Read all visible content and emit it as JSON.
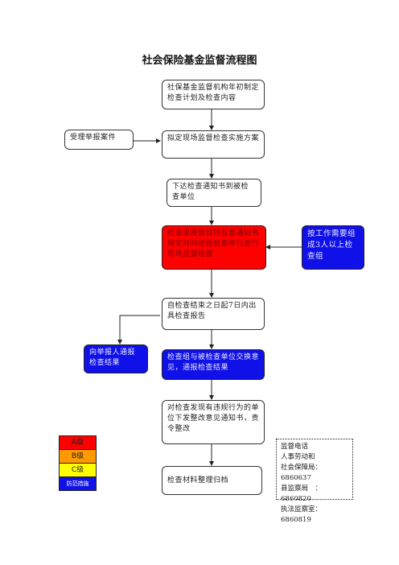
{
  "title": "社会保险基金监督流程图",
  "nodes": {
    "n1": "社保基金监督机构年初制定检查计划及检查内容",
    "report": "受理举报案件",
    "n2": "拟定现场监督检查实施方案",
    "n3": "下达检查通知书到被检查单位",
    "n4": "检查组按照现场监督通知书规定时间进驻检查单位进行现场监督检查",
    "side": "按工作需要组成3人以上检查组",
    "n5": "自检查结束之日起7日内出具检查报告",
    "notify": "向举报人通报检查结果",
    "n6": "检查组与被检查单位交换意见，通报检查结果",
    "n7": "对检查发现有违规行为的单位下发整改意见通知书，责令整改",
    "n8": "检查材料整理归档"
  },
  "legend": [
    {
      "label": "A级",
      "bg": "#ff0000",
      "color": "#222222"
    },
    {
      "label": "B级",
      "bg": "#ff9900",
      "color": "#222222"
    },
    {
      "label": "C级",
      "bg": "#ffff00",
      "color": "#222222"
    },
    {
      "label": "防范措施",
      "bg": "#1010e8",
      "color": "#ffffff"
    }
  ],
  "contact": {
    "title": "监督电话",
    "org": "人事劳动和",
    "lines": [
      "社会保障局：6860637",
      "县监察局　：6860820",
      "执法监察室：6860819"
    ]
  },
  "colors": {
    "red": "#ff0000",
    "blue": "#1010e8"
  }
}
